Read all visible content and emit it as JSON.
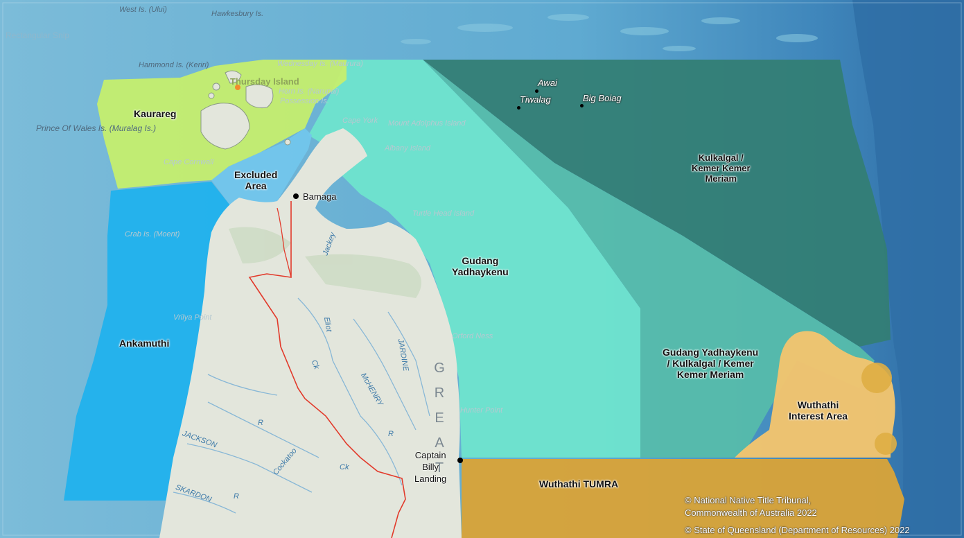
{
  "ui": {
    "snip_label": "Rectangular Snip"
  },
  "colors": {
    "sea": "#5fa9d0",
    "deep_sea": "#2f6fa6",
    "land": "#e3e6dc",
    "kaurareg": "#c5ee6e",
    "ankamuthi": "#22b2ec",
    "excluded_area": "#72c6ec",
    "gudang_yadhaykenu": "#6fe4cd",
    "kulkalgal": "#337e73",
    "overlap_zone": "#55bba9",
    "wuthathi_tumra": "#d7a33a",
    "wuthathi_interest": "#f2c46e",
    "road": "#e23a2b"
  },
  "regions": {
    "kaurareg": "Kaurareg",
    "excluded_area": "Excluded\nArea",
    "ankamuthi": "Ankamuthi",
    "gudang_yadhaykenu": "Gudang\nYadhaykenu",
    "kulkalgal": "Kulkalgal /\nKemer Kemer\nMeriam",
    "overlap": "Gudang Yadhaykenu\n/ Kulkalgal / Kemer\nKemer Meriam",
    "wuthathi_interest": "Wuthathi\nInterest Area",
    "wuthathi_tumra": "Wuthathi TUMRA"
  },
  "places": {
    "bamaga": "Bamaga",
    "captain_billy": "Captain\nBilly\nLanding",
    "awai": "Awai",
    "tiwalag": "Tiwalag",
    "big_boiag": "Big Boiag"
  },
  "basemap_labels": {
    "west_is": "West Is. (Ului)",
    "hawkesbury": "Hawkesbury Is.",
    "hammond": "Hammond Is. (Keriri)",
    "wednesday": "Wednesday Is. (Maurura)",
    "thursday": "Thursday Island",
    "horn": "Horn Is. (Narupai)",
    "possession": "Possession Is.",
    "prince_of_wales": "Prince Of Wales Is. (Muralag Is.)",
    "cape_york": "Cape York",
    "mount_adolphus": "Mount Adolphus Island",
    "albany": "Albany Island",
    "cape_cornwall": "Cape Cornwall",
    "turtle_head": "Turtle Head Island",
    "crab_is": "Crab Is. (Moent)",
    "vrilya": "Vrilya Point",
    "orford_ness": "Orford Ness",
    "hunter_point": "Hunter Point",
    "jackey": "Jackey",
    "eliot": "Eliot",
    "jardine": "JARDINE",
    "mchenry": "McHENRY",
    "jackson": "JACKSON",
    "cockatoo": "Cockatoo",
    "skardon": "SKARDON",
    "r": "R",
    "ck": "Ck",
    "great": "GREAT"
  },
  "attribution": {
    "line1": "© National Native Title Tribunal,",
    "line2": "Commonwealth of Australia 2022",
    "line3": "© State of Queensland (Department of Resources) 2022"
  }
}
